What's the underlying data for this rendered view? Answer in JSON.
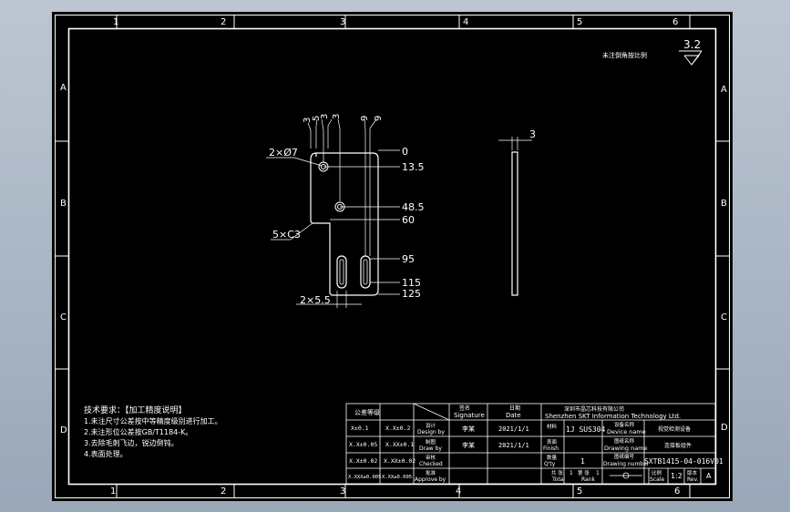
{
  "frame": {
    "top_columns": [
      "1",
      "2",
      "3",
      "4",
      "5",
      "6"
    ],
    "bottom_columns": [
      "1",
      "2",
      "3",
      "4",
      "5",
      "6"
    ],
    "left_rows": [
      "A",
      "B",
      "C",
      "D"
    ],
    "right_rows": [
      "A",
      "B",
      "C",
      "D"
    ]
  },
  "roughness": "3.2",
  "note_top": "未注倒角按比例",
  "dimensions": {
    "top_offsets": [
      "3",
      "5",
      "3",
      "3",
      "9",
      "9"
    ],
    "vertical": [
      "0",
      "13.5",
      "48.5",
      "60",
      "95",
      "115",
      "125"
    ],
    "hole": "2×Ø7",
    "chamfer": "5×C3",
    "slot": "2×5.5",
    "thickness": "3"
  },
  "tech_notes": [
    "技术要求：【加工精度说明】",
    "1.未注尺寸公差按中等精度级别进行加工。",
    "2.未注形位公差按GB/T1184-K。",
    "3.去除毛刺飞边，锐边倒钝。",
    "4.表面处理。"
  ],
  "title_block": {
    "tolerance_header": "公差等级",
    "signature_label": "签名",
    "signature_en": "Signature",
    "date_label": "日期",
    "date_en": "Date",
    "company_cn": "深圳市晶芯科技有限公司",
    "company_en": "Shenzhen SKT Information Technology Ltd.",
    "tol_rows": [
      {
        "range": "X±0.1",
        "value": "X.X±0.2",
        "role_cn": "设计",
        "role_en": "Design by"
      },
      {
        "range": "X.X±0.05",
        "value": "X.XX±0.1",
        "role_cn": "制图",
        "role_en": "Draw by"
      },
      {
        "range": "X.X±0.02",
        "value": "X.XX±0.02",
        "role_cn": "审核",
        "role_en": "Checked"
      },
      {
        "range": "X.XXX±0.005",
        "value": "X.XX±0.005",
        "role_cn": "批准",
        "role_en": "Approve by"
      }
    ],
    "sign_design": "李某",
    "sign_draw": "李某",
    "date_design": "2021/1/1",
    "date_draw": "2021/1/1",
    "material_label": "材料",
    "material": "1J SUS304",
    "device_label": "设备名称",
    "device_en": "Device name",
    "device_value": "视觉检测设备",
    "surface_label": "表面",
    "surface_en": "Finish",
    "drawing_label": "图纸名称",
    "drawing_en": "Drawing name",
    "drawing_value": "连接板组件",
    "qty_label": "数量",
    "qty_en": "Q'ty",
    "qty": "1",
    "number_label": "图纸编号",
    "number_en": "Drawing number",
    "number_value": "SXTB1415-04-016V01",
    "total_label": "共 张",
    "total_en": "Total",
    "rank_label": "第 张",
    "rank_en": "Rank",
    "total": "1",
    "rank": "1",
    "scale_label": "比例",
    "scale_en": "Scale",
    "scale": "1:2",
    "rev_label": "版本",
    "rev_en": "Rev.",
    "rev": "A"
  }
}
